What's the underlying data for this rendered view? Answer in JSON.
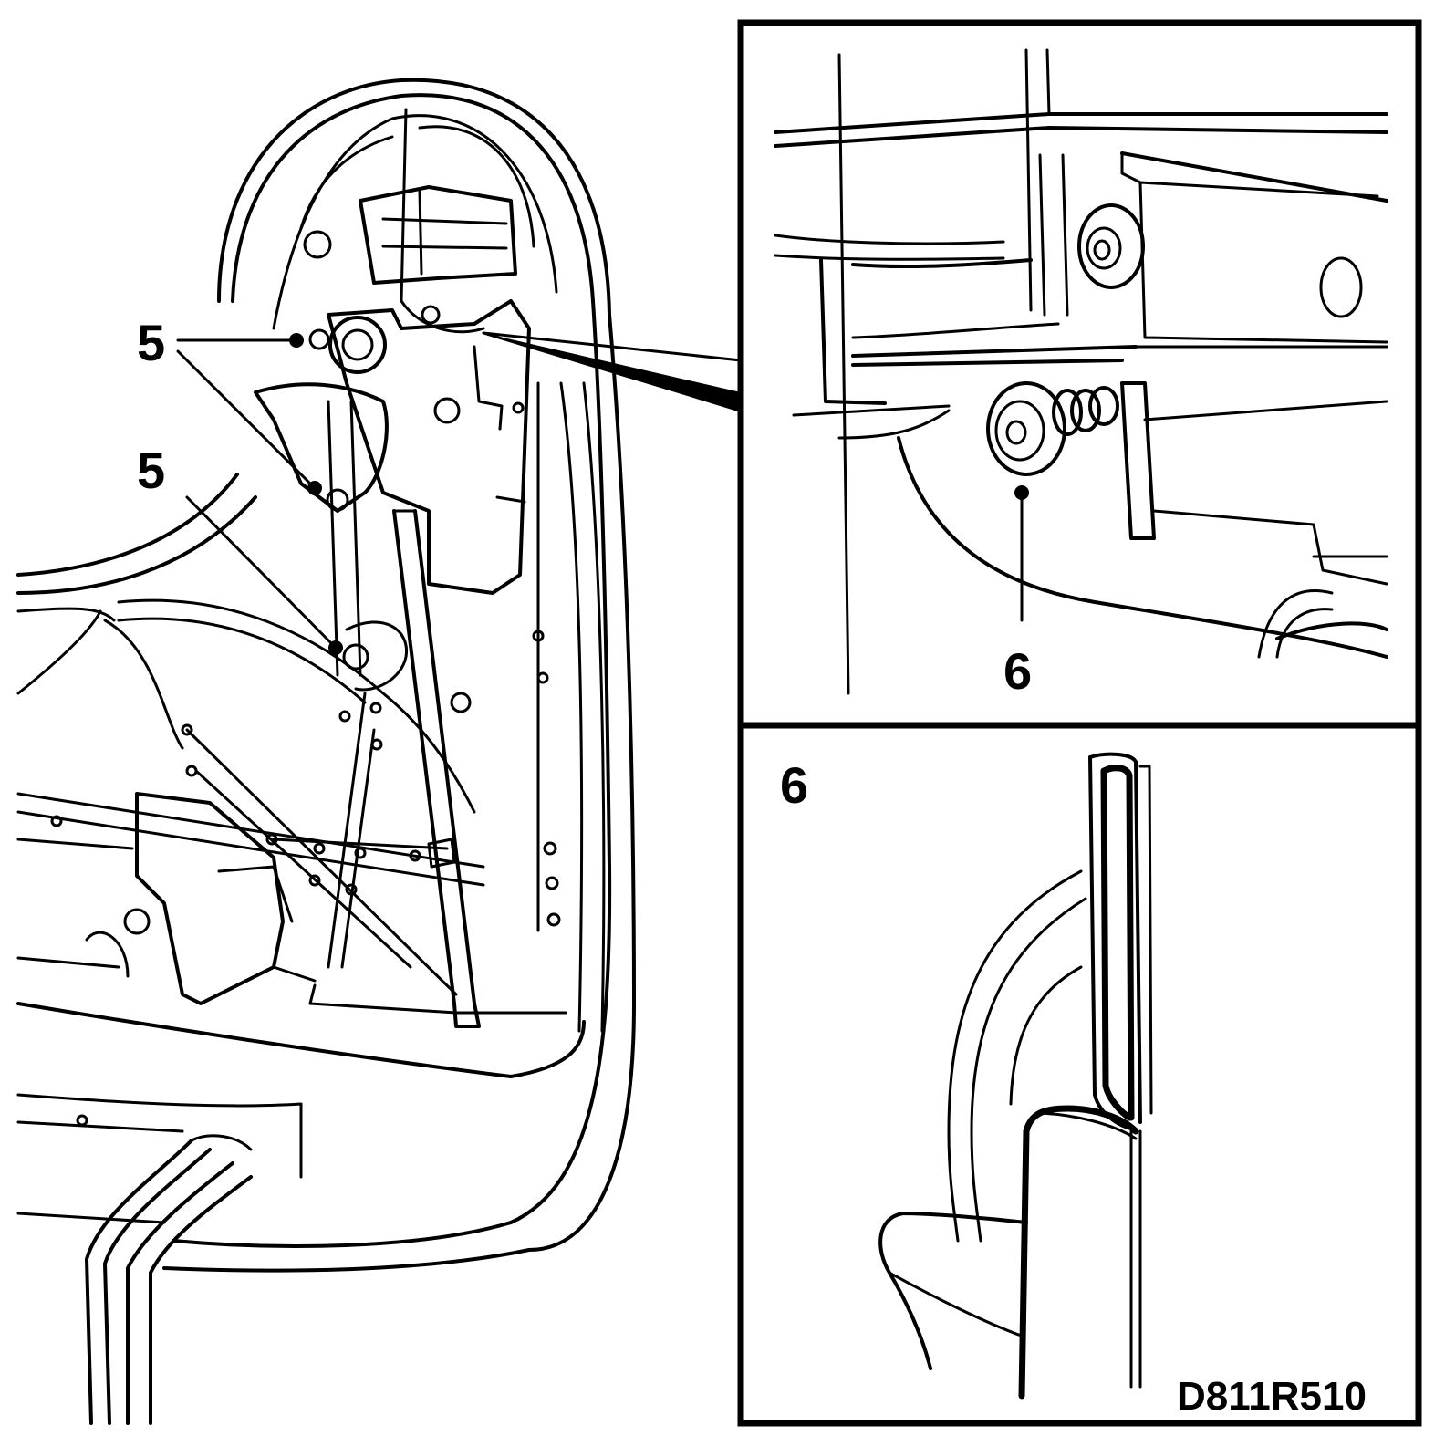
{
  "callouts": {
    "upper_bolt": "5",
    "lower_bolt": "5",
    "detail_clip": "6",
    "section_label": "6"
  },
  "drawing_code": "D811R510"
}
